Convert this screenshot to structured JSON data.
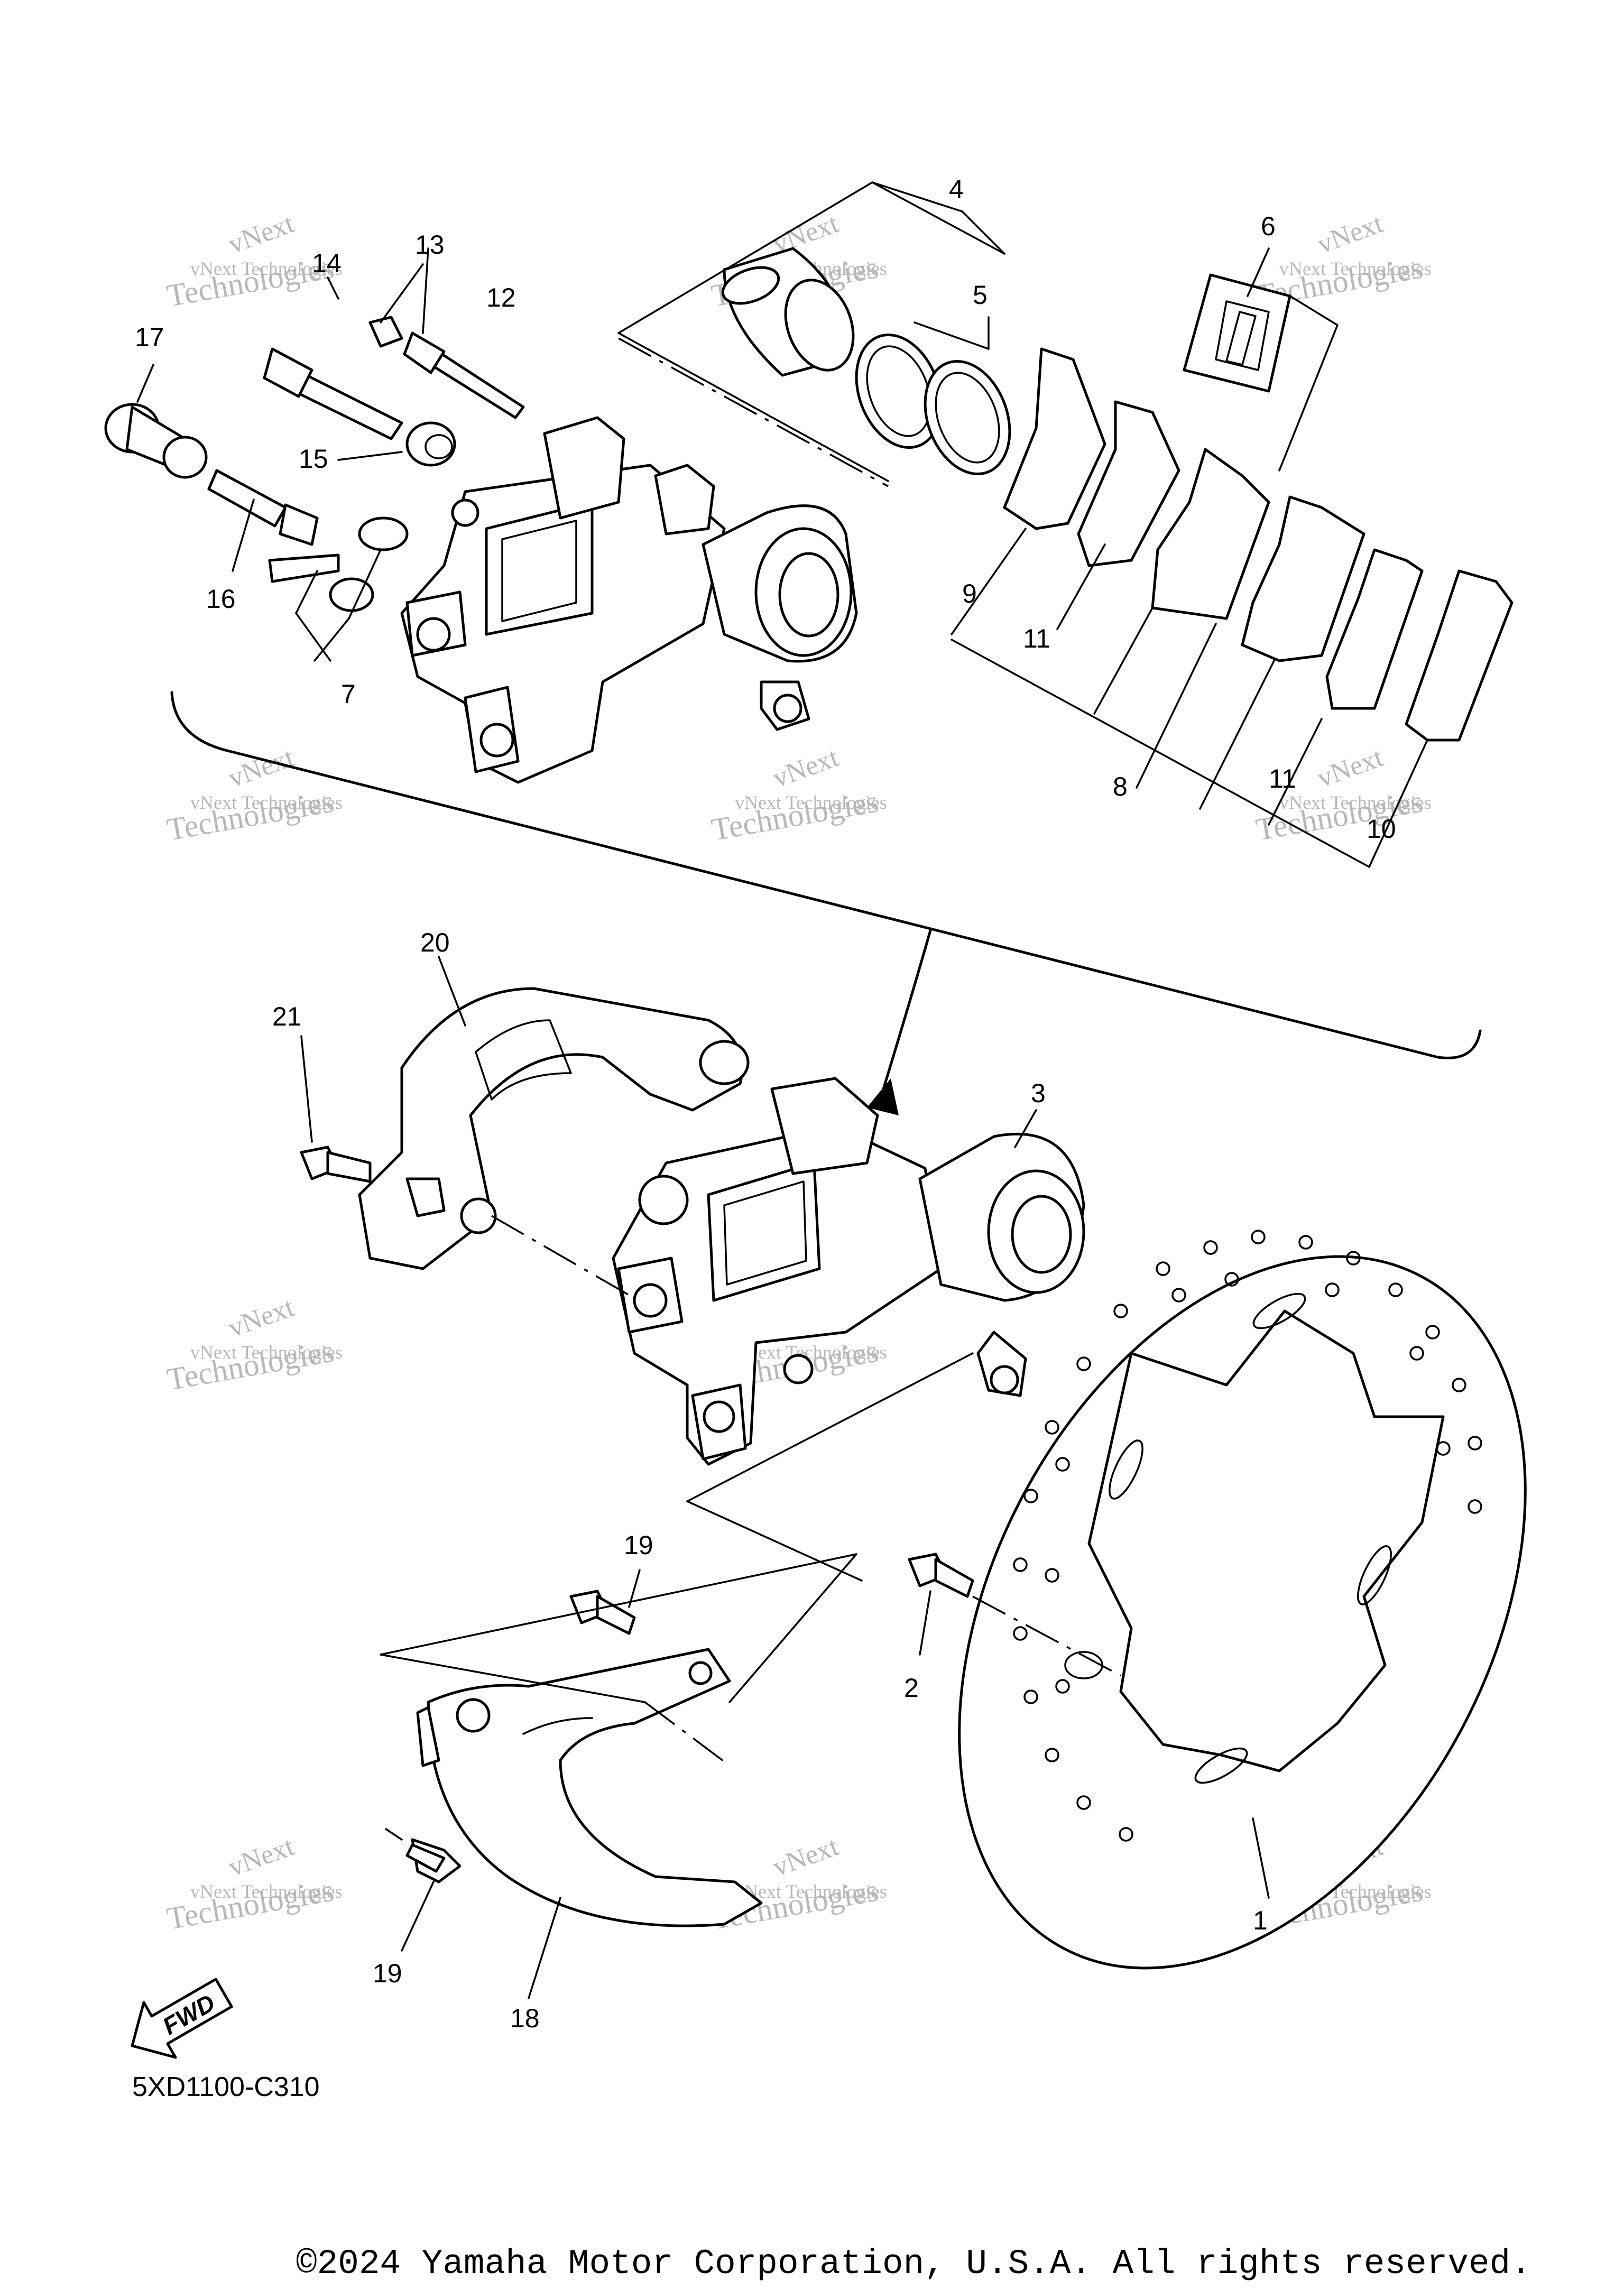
{
  "diagram_code": "5XD1100-C310",
  "copyright": "©2024 Yamaha Motor Corporation, U.S.A. All rights reserved.",
  "fwd_label": "FWD",
  "watermark": {
    "line1": "vNext Technologies",
    "line2": "vNext",
    "line3": "Technologies"
  },
  "callouts": {
    "c1": "1",
    "c2": "2",
    "c3": "3",
    "c4": "4",
    "c5": "5",
    "c6": "6",
    "c7": "7",
    "c8": "8",
    "c9": "9",
    "c10": "10",
    "c11a": "11",
    "c11b": "11",
    "c12": "12",
    "c13": "13",
    "c14": "14",
    "c15": "15",
    "c16": "16",
    "c17": "17",
    "c18": "18",
    "c19a": "19",
    "c19b": "19",
    "c20": "20",
    "c21": "21"
  }
}
